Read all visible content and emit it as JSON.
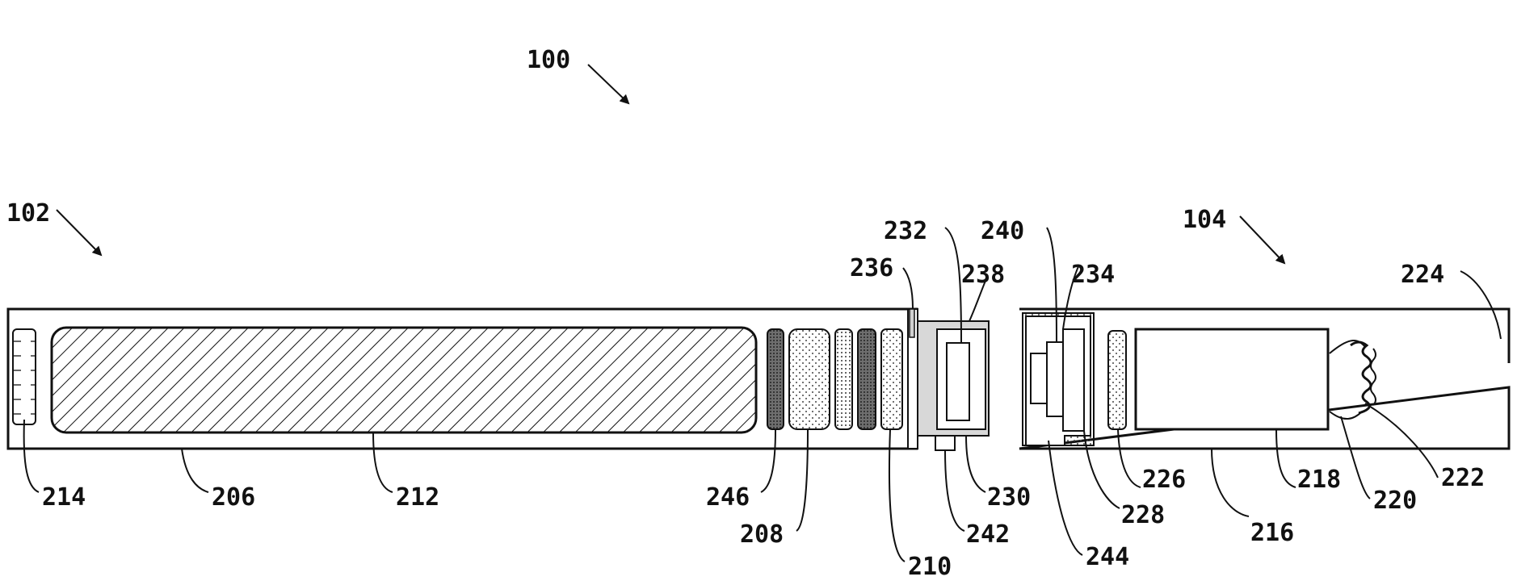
{
  "figure": {
    "colors": {
      "line": "#111111",
      "paper": "#ffffff",
      "light_shade": "#d8d8d8",
      "medium_shade": "#b4b4b4",
      "dark_shade": "#6e6e6e"
    },
    "labels": {
      "l100": "100",
      "l102": "102",
      "l104": "104",
      "l206": "206",
      "l208": "208",
      "l210": "210",
      "l212": "212",
      "l214": "214",
      "l216": "216",
      "l218": "218",
      "l220": "220",
      "l222": "222",
      "l224": "224",
      "l226": "226",
      "l228": "228",
      "l230": "230",
      "l232": "232",
      "l234": "234",
      "l236": "236",
      "l238": "238",
      "l240": "240",
      "l242": "242",
      "l244": "244",
      "l246": "246"
    }
  }
}
